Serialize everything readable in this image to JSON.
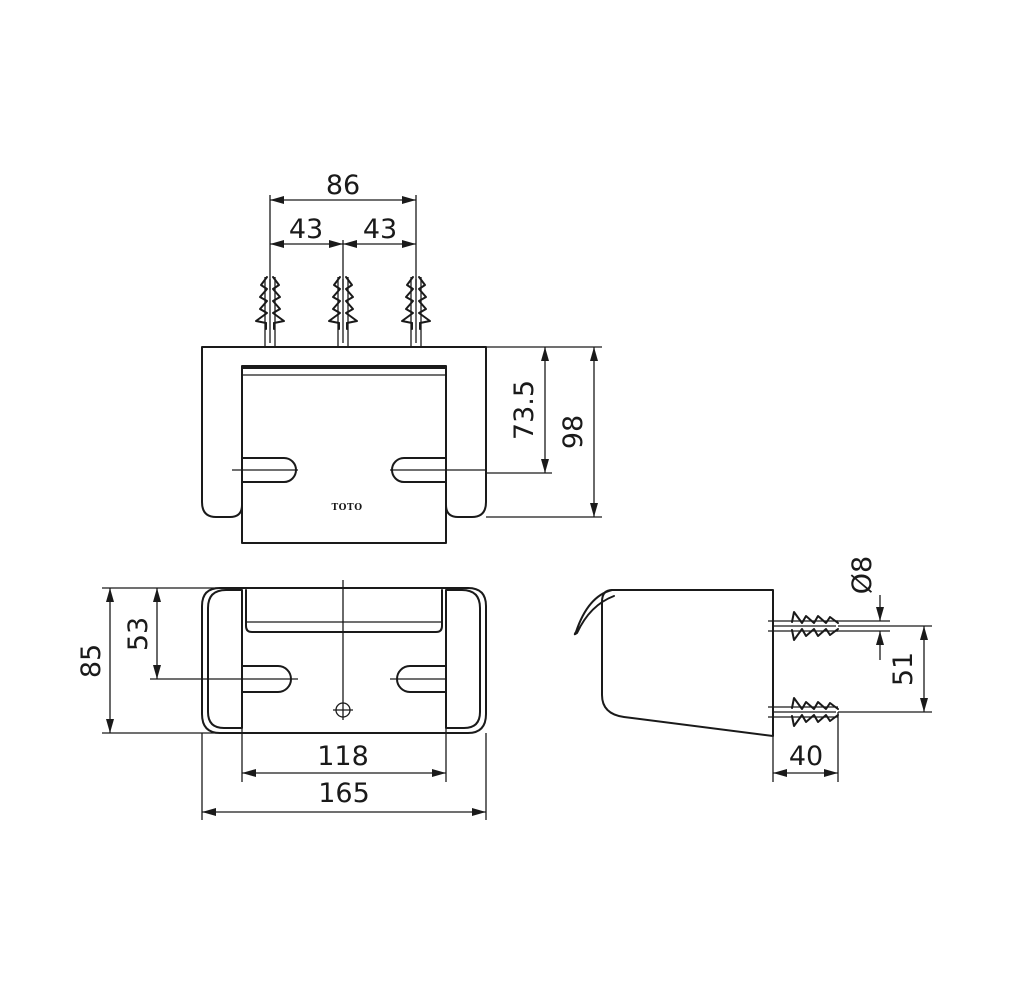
{
  "logo_text": "TOTO",
  "dimensions": {
    "anchor_total": "86",
    "anchor_left": "43",
    "anchor_right": "43",
    "slot_height": "73.5",
    "front_height": "98",
    "top_depth": "85",
    "slot_depth": "53",
    "slot_spacing": "118",
    "overall_width": "165",
    "anchor_diameter": "Ø8",
    "anchor_vertical": "51",
    "side_depth": "40"
  }
}
